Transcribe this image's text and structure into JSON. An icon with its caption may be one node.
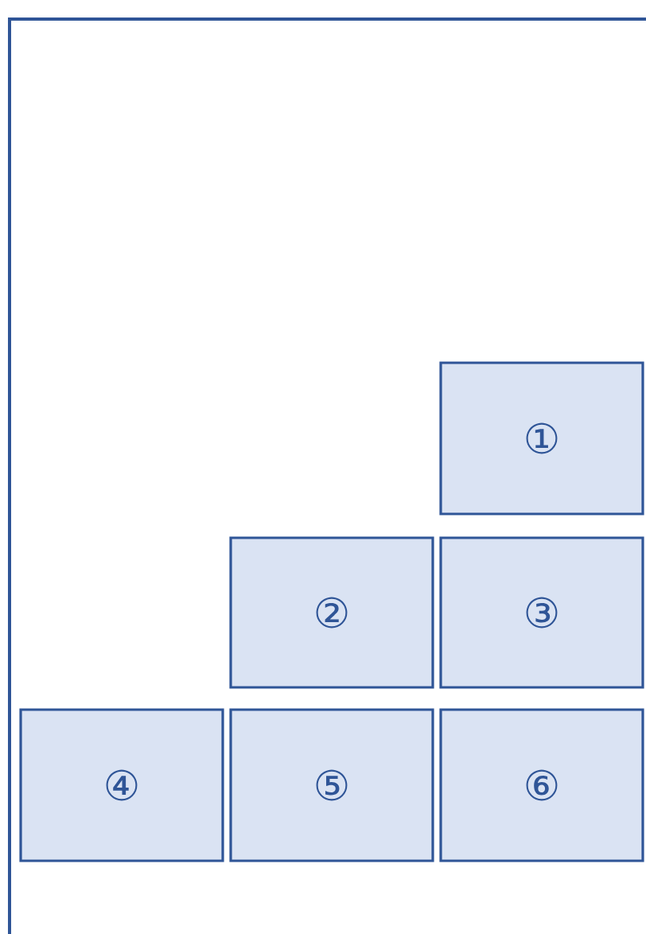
{
  "diagram": {
    "nodes": [
      {
        "text": [
          "①"
        ]
      },
      {
        "text": [
          "②"
        ]
      },
      {
        "text": [
          "③"
        ]
      },
      {
        "text": [
          "④"
        ]
      },
      {
        "text": [
          "⑤"
        ]
      },
      {
        "text": [
          "⑥"
        ]
      }
    ]
  }
}
